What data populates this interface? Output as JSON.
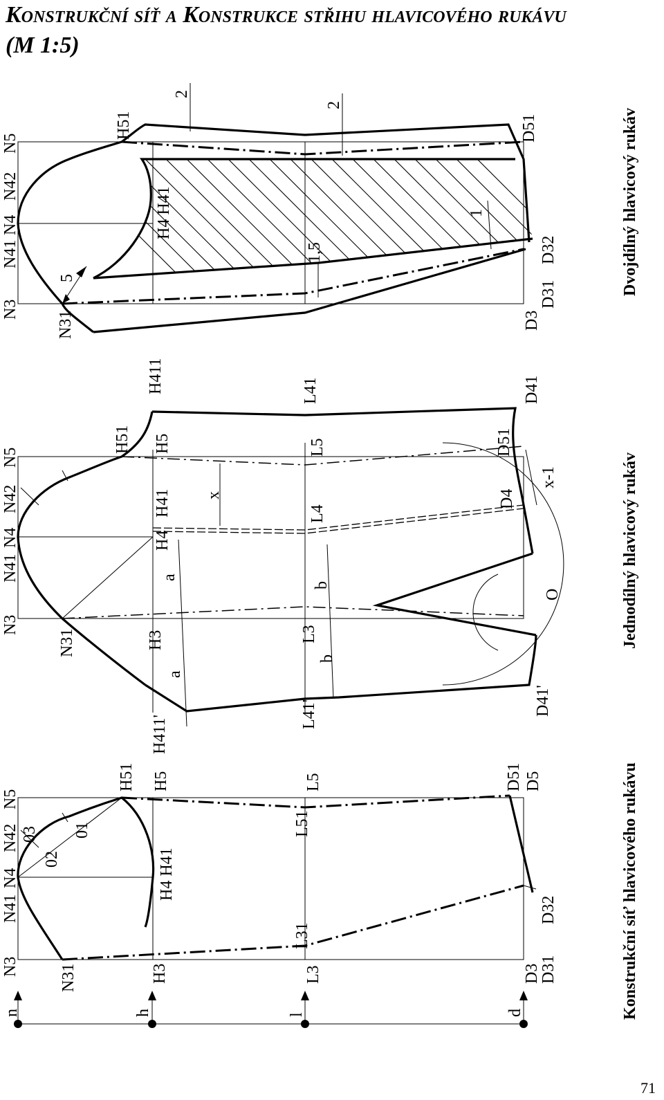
{
  "title": {
    "line1": "Konstrukční síť a Konstrukce střihu hlavicového rukávu",
    "line2": "(M 1:5)"
  },
  "captions": {
    "left": "Konstrukční síť hlavicového rukávu",
    "middle": "Jednodílný hlavicový rukáv",
    "right": "Dvojdílný hlavicový rukáv"
  },
  "page_number": "71",
  "labels": {
    "axis": [
      "n",
      "h",
      "l",
      "d"
    ],
    "net": [
      "N3",
      "N41",
      "N4",
      "N42",
      "N5",
      "N31",
      "02",
      "03",
      "01",
      "H3",
      "H4 H41",
      "H5",
      "H51",
      "L3",
      "L31",
      "L51",
      "L5",
      "D3",
      "D31",
      "D32",
      "D51",
      "D5"
    ],
    "one_piece": [
      "N3",
      "N41",
      "N4",
      "N42",
      "N5",
      "N31",
      "H411'",
      "H3",
      "H4",
      "H41",
      "H5",
      "H51",
      "H411",
      "a",
      "a",
      "x",
      "L41'",
      "L3",
      "L4",
      "L5",
      "L41",
      "b",
      "b",
      "D41'",
      "O",
      "D4",
      "x-1",
      "D51",
      "D41"
    ],
    "two_piece": [
      "N3",
      "N41",
      "N4",
      "N42",
      "N5",
      "N31",
      "5",
      "H4 H41",
      "H51",
      "2",
      "1,5",
      "2",
      "1",
      "D3",
      "D31",
      "D32",
      "D51"
    ]
  }
}
